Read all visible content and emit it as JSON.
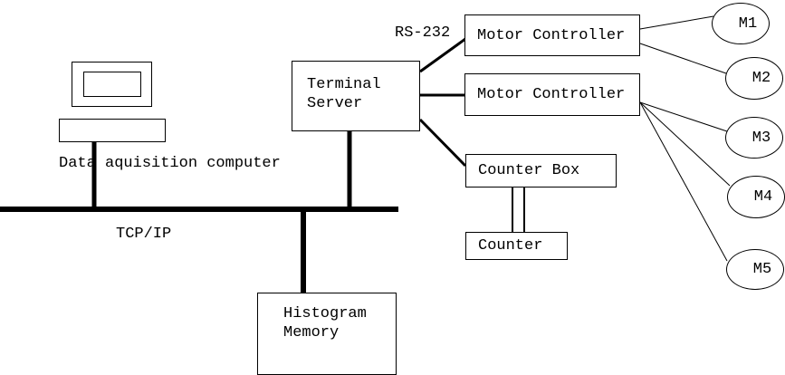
{
  "diagram": {
    "computer_label": "Data aquisition computer",
    "network_label": "TCP/IP",
    "serial_label": "RS-232",
    "terminal_server_label": "Terminal Server",
    "motor_controller_top_label": "Motor Controller",
    "motor_controller_bottom_label": "Motor Controller",
    "counter_box_label": "Counter Box",
    "counter_label": "Counter",
    "histogram_memory_label": "Histogram Memory",
    "motors": [
      {
        "label": "M1"
      },
      {
        "label": "M2"
      },
      {
        "label": "M3"
      },
      {
        "label": "M4"
      },
      {
        "label": "M5"
      }
    ]
  },
  "colors": {
    "line": "#000000",
    "background": "#ffffff"
  }
}
